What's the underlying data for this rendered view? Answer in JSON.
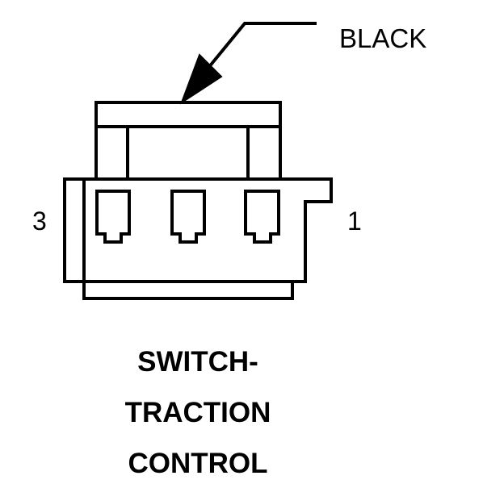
{
  "wire_color_label": "BLACK",
  "pin_labels": {
    "left": "3",
    "right": "1"
  },
  "title_lines": [
    "SWITCH-",
    "TRACTION",
    "CONTROL"
  ],
  "colors": {
    "stroke": "#000000",
    "background": "#ffffff"
  }
}
